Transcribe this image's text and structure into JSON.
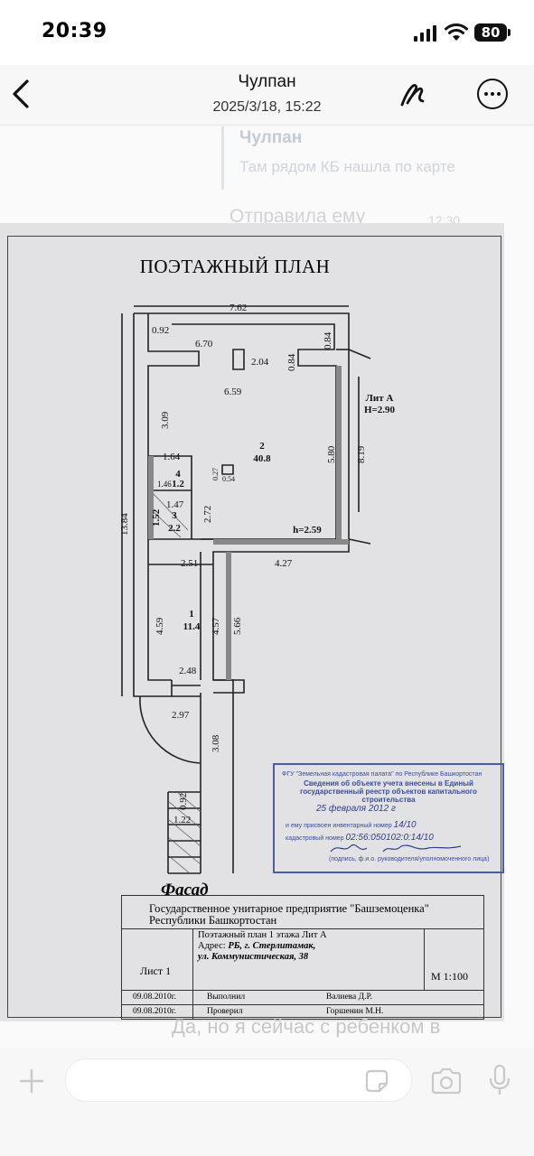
{
  "status_bar": {
    "time": "20:39",
    "battery": "80"
  },
  "header": {
    "contact_name": "Чулпан",
    "datetime": "2025/3/18, 15:22"
  },
  "chat": {
    "quoted_name": "Чулпан",
    "quoted_text": "Там рядом КБ нашла по карте",
    "sent_text": "Отправила ему",
    "sent_time": "12:30",
    "below_text": "Да, но я сейчас с ребенком в"
  },
  "document": {
    "title": "ПОЭТАЖНЫЙ ПЛАН",
    "lit_label": "Лит А",
    "height_label": "H=2.90",
    "room_height": "h=2.59",
    "facade_label": "Фасад",
    "dimensions": [
      "7.62",
      "0.92",
      "0.84",
      "6.70",
      "2.04",
      "0.84",
      "6.59",
      "3.09",
      "5.80",
      "8.19",
      "13.84",
      "1.64",
      "1.46",
      "1.2",
      "0.27",
      "0.54",
      "1.47",
      "1.52",
      "2.72",
      "2.51",
      "4.27",
      "4.59",
      "4.57",
      "5.66",
      "2.48",
      "2.97",
      "3.08",
      "0.92",
      "1.22"
    ],
    "rooms": [
      {
        "number": "2",
        "area": "40.8"
      },
      {
        "number": "4",
        "area": "1.2"
      },
      {
        "number": "3",
        "area": "2.2"
      },
      {
        "number": "1",
        "area": "11.4"
      }
    ],
    "stamp": {
      "org": "ФГУ \"Земельная кадастровая палата\" по Республике Башкортостан",
      "title": "Сведения об объекте учета внесены в Единый государственный реестр объектов капитального строительства",
      "date": "25 февраля 2012 г",
      "inventory_label": "и ему присвоен инвентарный номер",
      "inventory_value": "14/10",
      "cadastral_label": "кадастровый номер",
      "cadastral_value": "02:56:050102:0:14/10",
      "signature_label": "(подпись, ф.и.о. руководителя/уполномоченного лица)"
    },
    "title_block": {
      "org": "Государственное унитарное предприятие \"Башземоценка\" Республики Башкортостан",
      "sheet": "Лист 1",
      "plan_name": "Поэтажный план 1 этажа Лит А",
      "address_label": "Адрес:",
      "address_1": "РБ, г. Стерлитамак,",
      "address_2": "ул. Коммунистическая, 38",
      "scale": "М 1:100",
      "row1_date": "09.08.2010г.",
      "row1_role": "Выполнил",
      "row1_name": "Валиева Д.Р.",
      "row2_date": "09.08.2010г.",
      "row2_role": "Проверил",
      "row2_name": "Горшенин М.Н."
    }
  },
  "icons": [
    "back-arrow-icon",
    "pen-icon",
    "more-icon",
    "plus-icon",
    "sticker-icon",
    "camera-icon",
    "microphone-icon"
  ]
}
